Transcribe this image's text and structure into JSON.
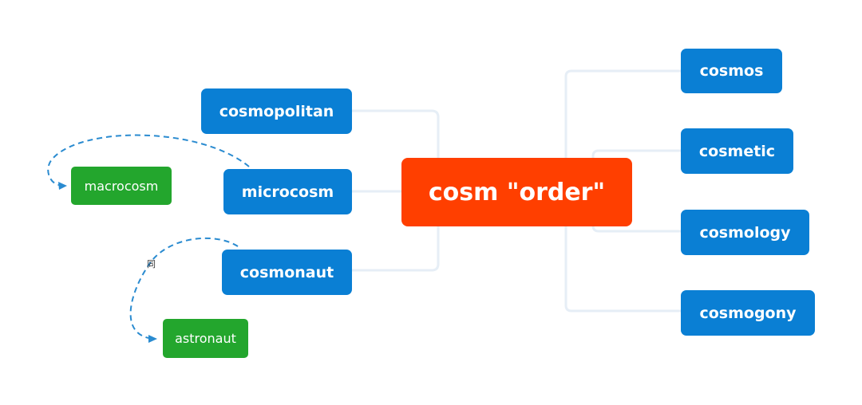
{
  "central": {
    "label": "cosm \"order\""
  },
  "left_topics": [
    {
      "label": "cosmopolitan"
    },
    {
      "label": "microcosm"
    },
    {
      "label": "cosmonaut"
    }
  ],
  "right_topics": [
    {
      "label": "cosmos"
    },
    {
      "label": "cosmetic"
    },
    {
      "label": "cosmology"
    },
    {
      "label": "cosmogony"
    }
  ],
  "related": [
    {
      "label": "macrocosm"
    },
    {
      "label": "astronaut"
    }
  ],
  "relation_mark": "同",
  "colors": {
    "central": "#ff3f00",
    "topic": "#0a7fd4",
    "related": "#23a62d",
    "branch": "#e6eef6",
    "relation": "#2a8bd0"
  }
}
